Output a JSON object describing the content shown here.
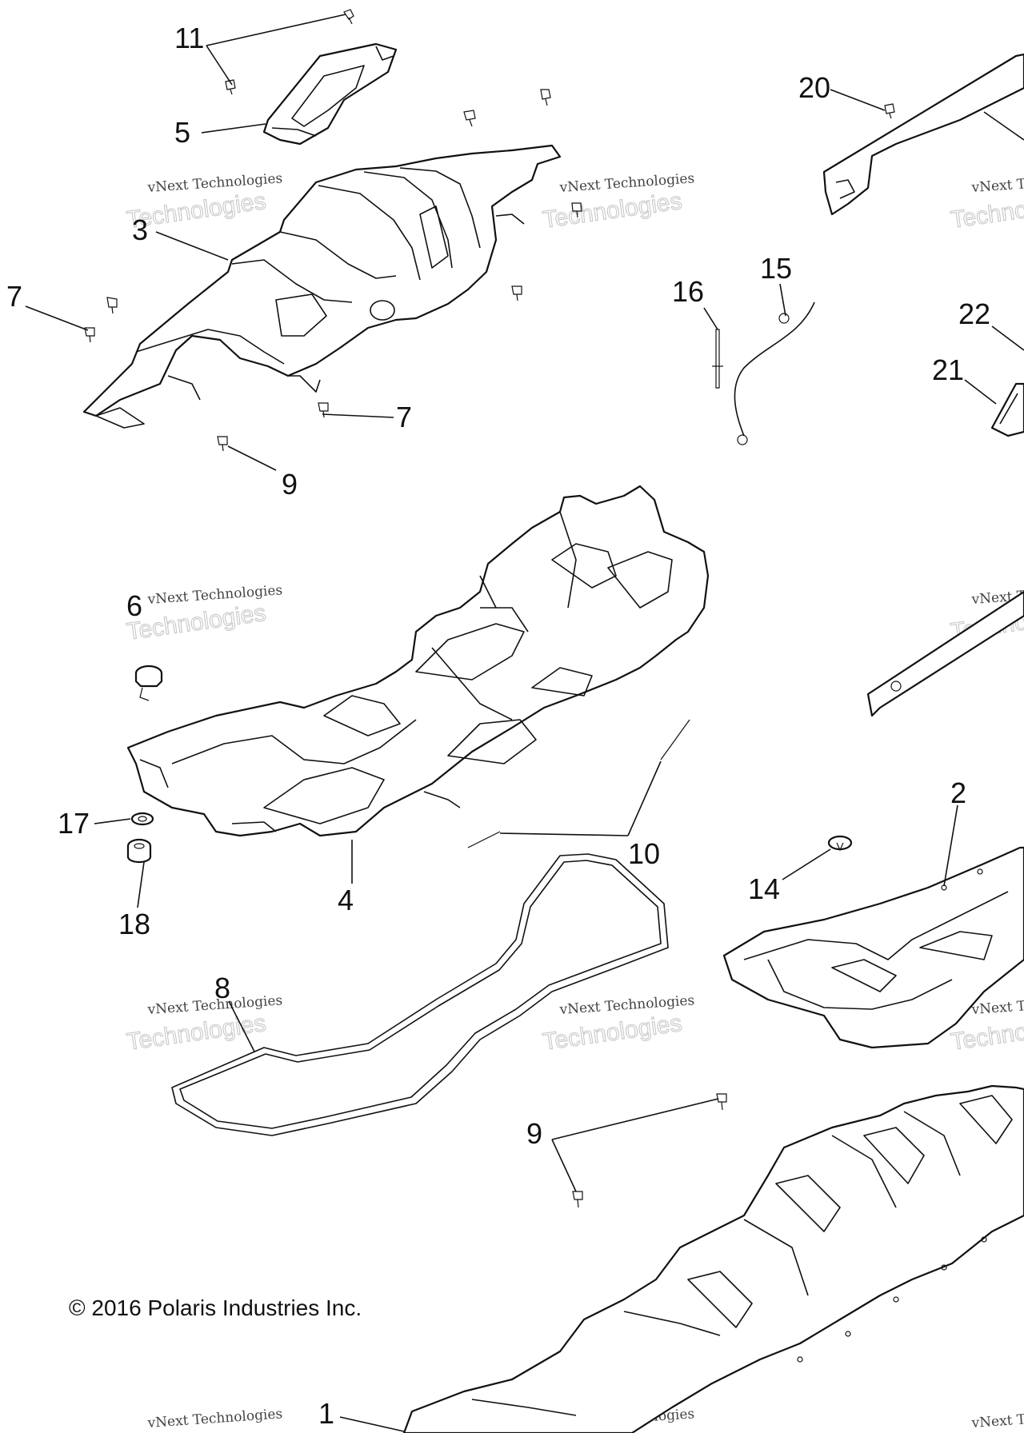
{
  "copyright": "© 2016 Polaris Industries Inc.",
  "watermark": {
    "line1": "vNext Technologies",
    "line2": "Technologies"
  },
  "callouts": [
    {
      "id": "c11",
      "text": "11"
    },
    {
      "id": "c5",
      "text": "5"
    },
    {
      "id": "c3",
      "text": "3"
    },
    {
      "id": "c7a",
      "text": "7"
    },
    {
      "id": "c7b",
      "text": "7"
    },
    {
      "id": "c9a",
      "text": "9"
    },
    {
      "id": "c20",
      "text": "20"
    },
    {
      "id": "c16",
      "text": "16"
    },
    {
      "id": "c15",
      "text": "15"
    },
    {
      "id": "c22",
      "text": "22"
    },
    {
      "id": "c21",
      "text": "21"
    },
    {
      "id": "c6",
      "text": "6"
    },
    {
      "id": "c17",
      "text": "17"
    },
    {
      "id": "c18",
      "text": "18"
    },
    {
      "id": "c4",
      "text": "4"
    },
    {
      "id": "c10",
      "text": "10"
    },
    {
      "id": "c2",
      "text": "2"
    },
    {
      "id": "c14",
      "text": "14"
    },
    {
      "id": "c8",
      "text": "8"
    },
    {
      "id": "c9b",
      "text": "9"
    },
    {
      "id": "c1",
      "text": "1"
    }
  ]
}
